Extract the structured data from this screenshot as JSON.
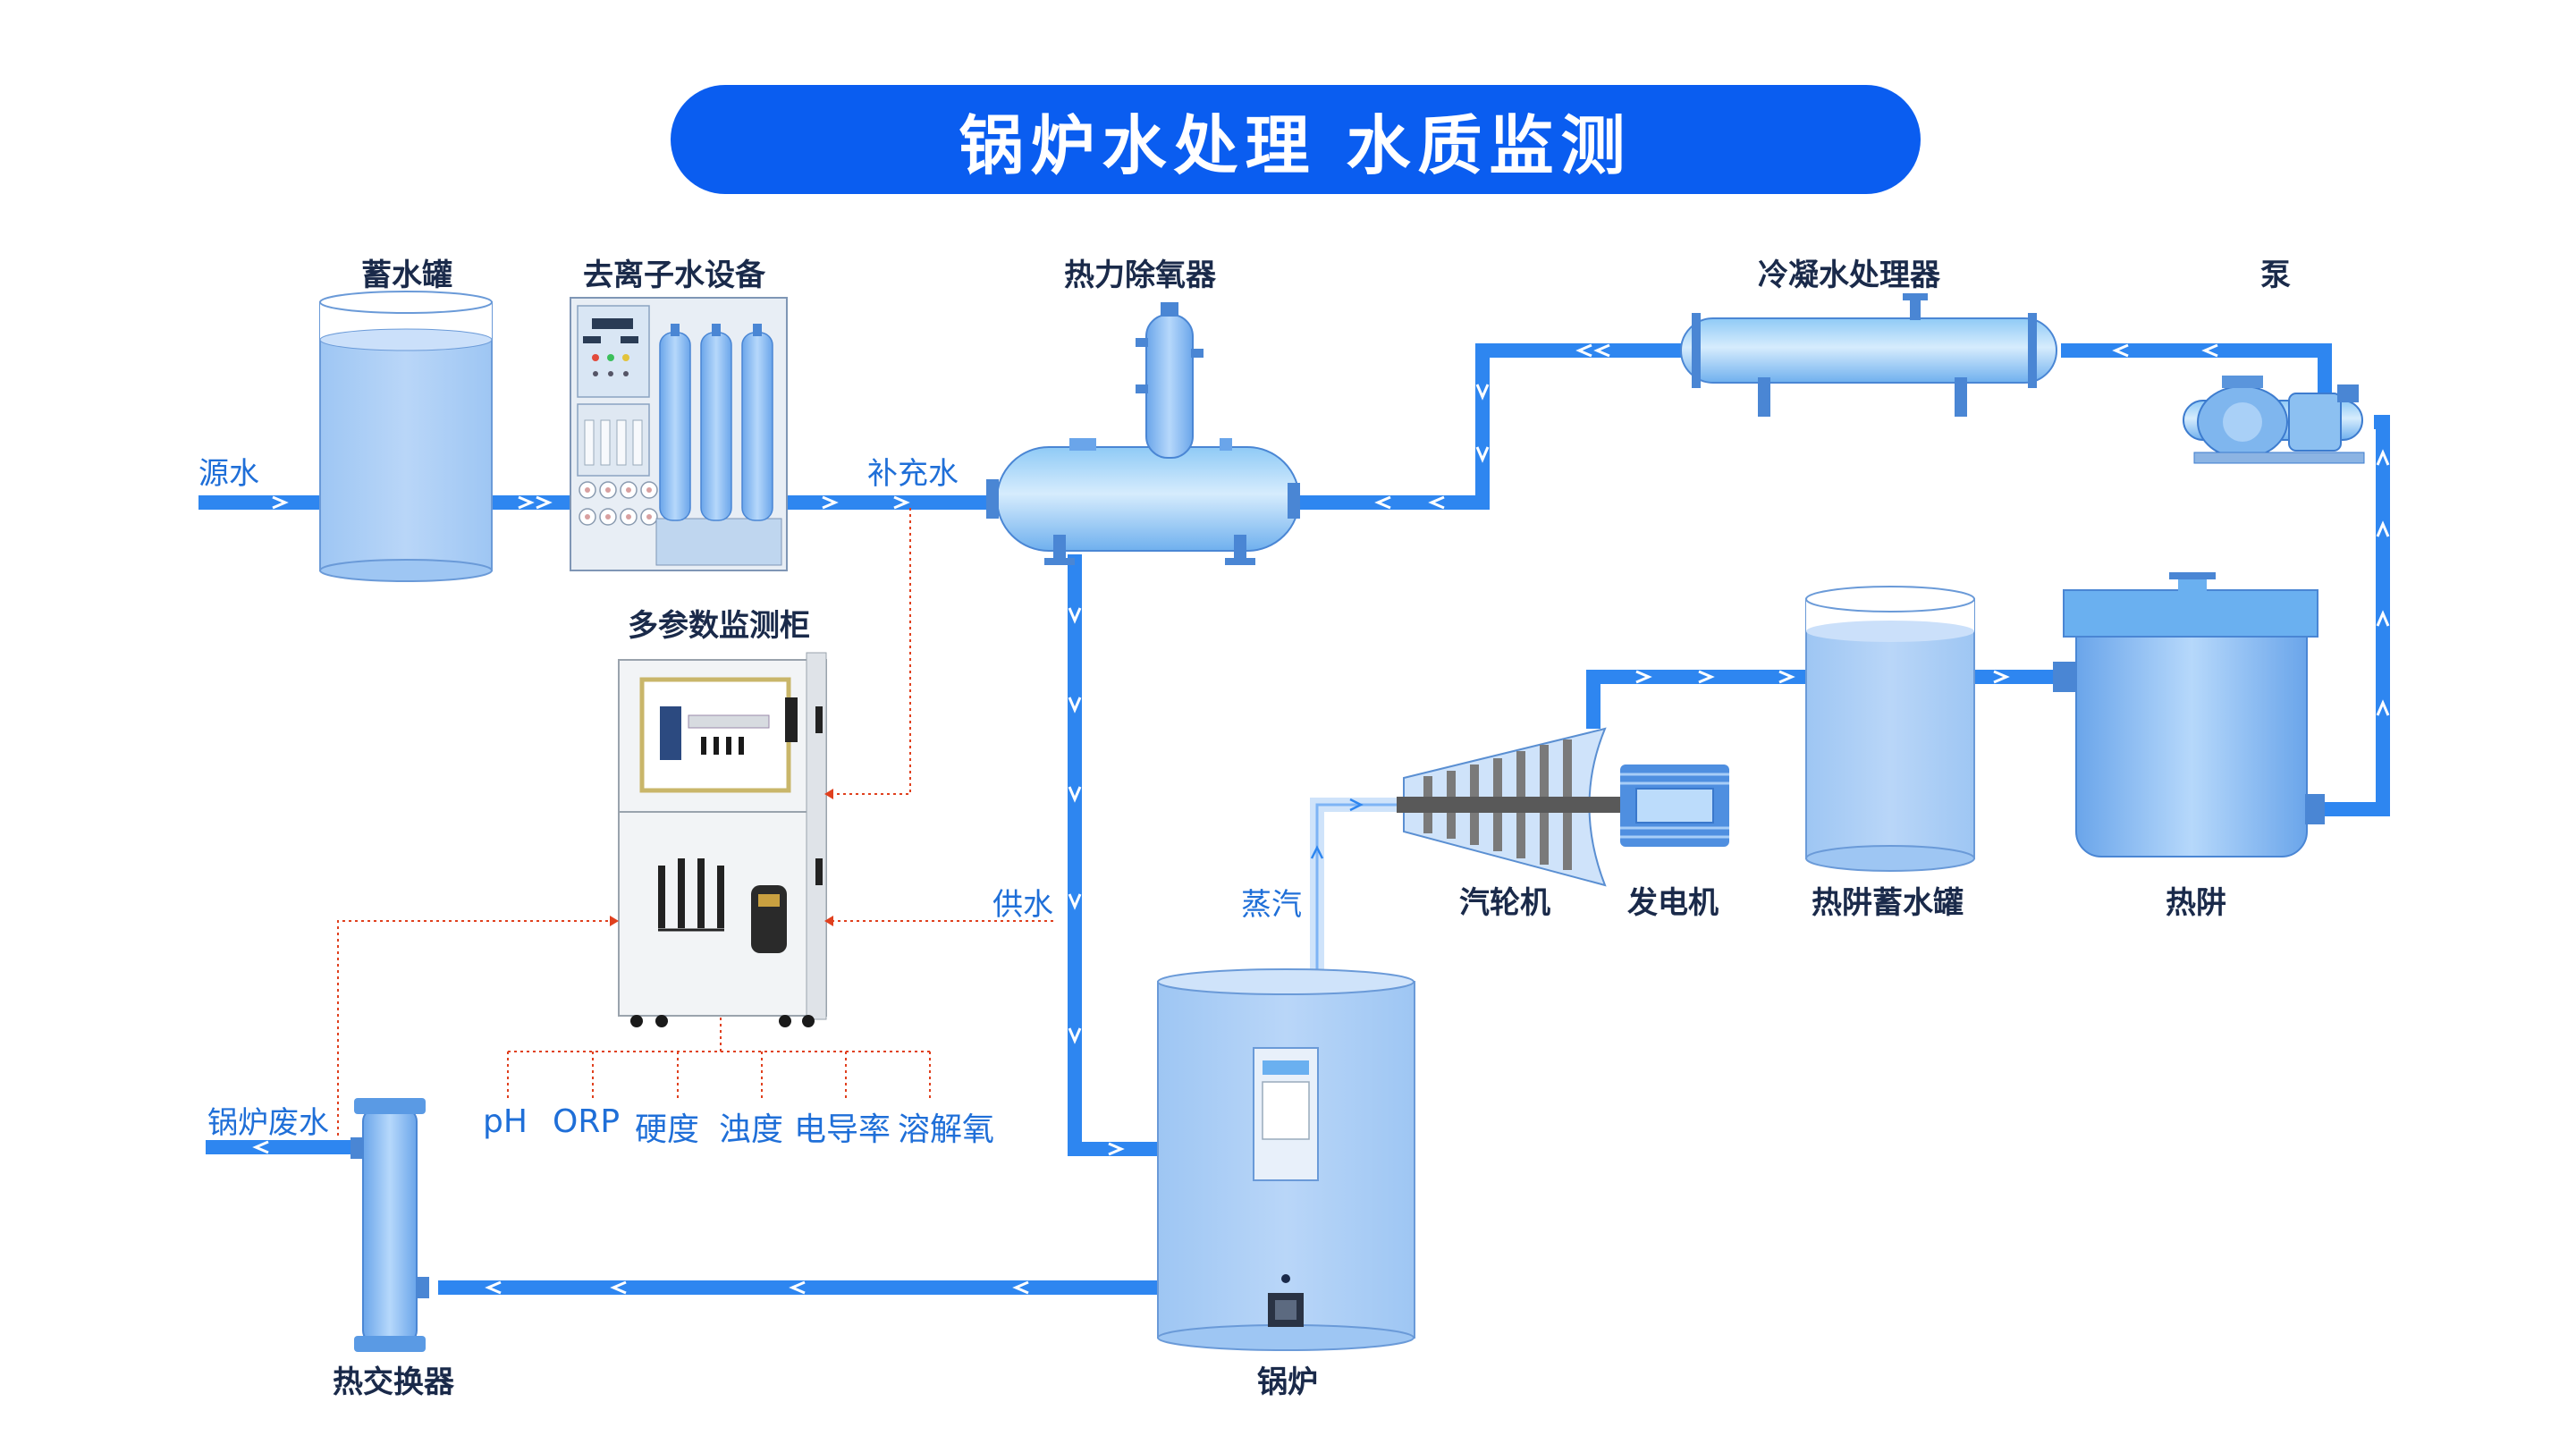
{
  "title": "锅炉水处理 水质监测",
  "equipment": {
    "storage_tank": "蓄水罐",
    "deionized_water": "去离子水设备",
    "deaerator": "热力除氧器",
    "condensate_treater": "冷凝水处理器",
    "pump": "泵",
    "monitor_cabinet": "多参数监测柜",
    "hotwell_tank": "热阱蓄水罐",
    "hotwell": "热阱",
    "turbine": "汽轮机",
    "generator": "发电机",
    "boiler": "锅炉",
    "heat_exchanger": "热交换器"
  },
  "flows": {
    "source_water": "源水",
    "makeup_water": "补充水",
    "feed_water": "供水",
    "steam": "蒸汽",
    "boiler_waste_water": "锅炉废水"
  },
  "parameters": [
    "pH",
    "ORP",
    "硬度",
    "浊度",
    "电导率",
    "溶解氧"
  ],
  "colors": {
    "title_bg": "#0a5df0",
    "pipe": "#2e86f0",
    "vessel": "#a8cdf7",
    "signal_line": "#e0401e",
    "label": "#1a2a4a",
    "flow_label": "#1f6fd8"
  }
}
